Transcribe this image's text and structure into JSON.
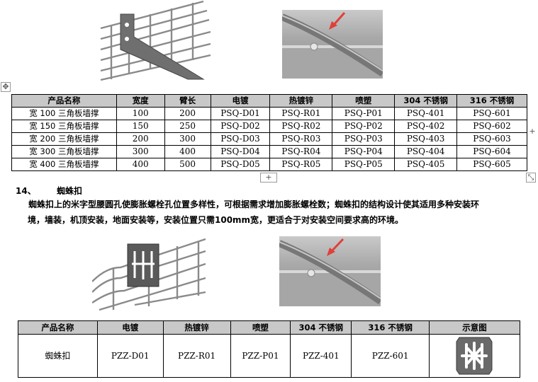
{
  "table1": {
    "headers": [
      "产品名称",
      "宽度",
      "臂长",
      "电镀",
      "热镀锌",
      "喷塑",
      "304 不锈钢",
      "316 不锈钢"
    ],
    "rows": [
      [
        "宽 100 三角板墙撑",
        "100",
        "200",
        "PSQ-D01",
        "PSQ-R01",
        "PSQ-P01",
        "PSQ-401",
        "PSQ-601"
      ],
      [
        "宽 150 三角板墙撑",
        "150",
        "250",
        "PSQ-D02",
        "PSQ-R02",
        "PSQ-P02",
        "PSQ-402",
        "PSQ-602"
      ],
      [
        "宽 200 三角板墙撑",
        "200",
        "300",
        "PSQ-D03",
        "PSQ-R03",
        "PSQ-P03",
        "PSQ-403",
        "PSQ-603"
      ],
      [
        "宽 300 三角板墙撑",
        "300",
        "400",
        "PSQ-D04",
        "PSQ-R04",
        "PSQ-P04",
        "PSQ-404",
        "PSQ-604"
      ],
      [
        "宽 400 三角板墙撑",
        "400",
        "500",
        "PSQ-D05",
        "PSQ-R05",
        "PSQ-P05",
        "PSQ-405",
        "PSQ-605"
      ]
    ]
  },
  "section": {
    "number": "14、",
    "title": "蜘蛛扣",
    "paragraph_line1": "蜘蛛扣上的米字型腰圆孔使膨胀螺栓孔位置多样性，可根据需求增加膨胀螺栓数；蜘蛛扣的结构设计使其适用多种安装环",
    "paragraph_line2": "境，墙装，机顶安装，地面安装等，安装位置只需100mm宽，更适合于对安装空间要求高的环境。"
  },
  "table2": {
    "headers": [
      "产品名称",
      "电镀",
      "热镀锌",
      "喷塑",
      "304 不锈钢",
      "316 不锈钢",
      "示意图"
    ],
    "row": [
      "蜘蛛扣",
      "PZZ-D01",
      "PZZ-R01",
      "PZZ-P01",
      "PZZ-401",
      "PZZ-601"
    ]
  },
  "handles": {
    "move": "✥",
    "plus": "+",
    "resize": "⤡"
  },
  "colors": {
    "header_bg": "#c8c8c8",
    "arrow_red": "#e0403a",
    "metal": "#777777"
  }
}
